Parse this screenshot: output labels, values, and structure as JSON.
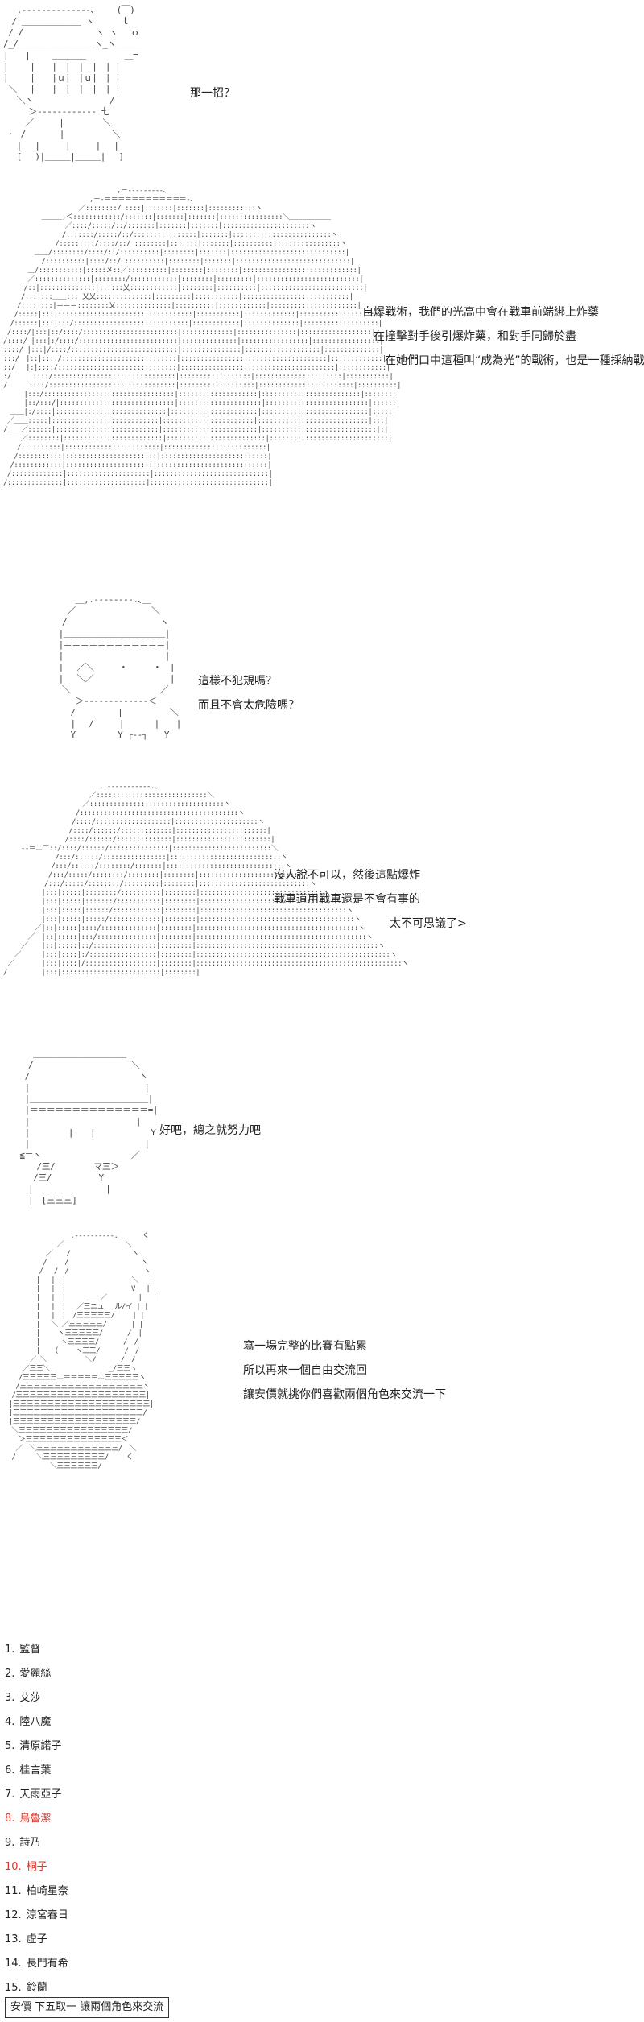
{
  "panels": [
    {
      "lines": [
        "那一招？"
      ]
    },
    {
      "lines": [
        "自爆戰術，我們的光高中會在戰車前端綁上炸藥",
        "在撞擊對手後引爆炸藥，和對手同歸於盡",
        "在她們口中這種叫“成為光”的戰術，也是一種採納戰術"
      ]
    },
    {
      "lines": [
        "這樣不犯規嗎？",
        "而且不會太危險嗎？"
      ]
    },
    {
      "lines": [
        "沒人說不可以，然後這點爆炸",
        "戰車道用戰車還是不會有事的",
        "太不可思議了>"
      ]
    },
    {
      "lines": [
        "好吧，總之就努力吧"
      ]
    },
    {
      "lines": [
        "寫一場完整的比賽有點累",
        "所以再來一個自由交流回",
        "讓安價就挑你們喜歡兩個角色來交流一下"
      ]
    }
  ],
  "list": [
    {
      "num": "1.",
      "name": "監督"
    },
    {
      "num": "2.",
      "name": "愛麗絲"
    },
    {
      "num": "3.",
      "name": "艾莎"
    },
    {
      "num": "4.",
      "name": "陸八魔"
    },
    {
      "num": "5.",
      "name": "清原諾子"
    },
    {
      "num": "6.",
      "name": "桂言葉"
    },
    {
      "num": "7.",
      "name": "天雨亞子"
    },
    {
      "num": "8.",
      "name": "烏魯潔"
    },
    {
      "num": "9.",
      "name": "詩乃"
    },
    {
      "num": "10.",
      "name": "桐子"
    },
    {
      "num": "11.",
      "name": "柏崎星奈"
    },
    {
      "num": "12.",
      "name": "涼宮春日"
    },
    {
      "num": "13.",
      "name": "虛子"
    },
    {
      "num": "14.",
      "name": "長門有希"
    },
    {
      "num": "15.",
      "name": "鈴蘭"
    }
  ],
  "highlight_color": "#e0342c",
  "highlighted_items": [
    8,
    10
  ],
  "footer": "安價 下五取一 讓兩個角色來交流"
}
